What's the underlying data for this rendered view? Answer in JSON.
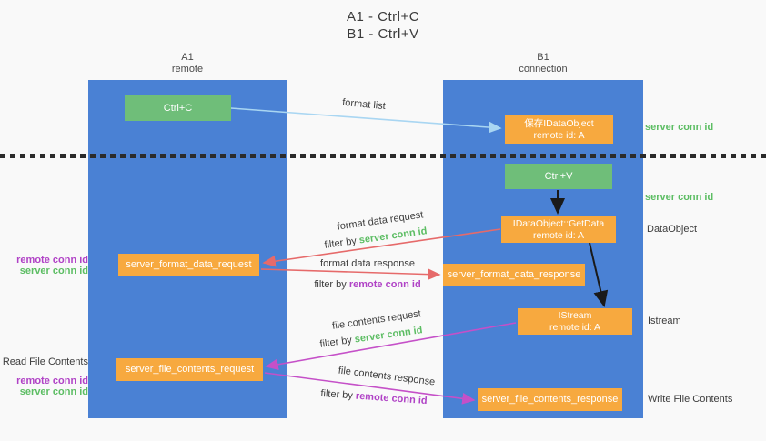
{
  "title": {
    "line1": "A1 - Ctrl+C",
    "line2": "B1 - Ctrl+V"
  },
  "columns": {
    "a1": {
      "name": "A1",
      "sub": "remote"
    },
    "b1": {
      "name": "B1",
      "sub": "connection"
    }
  },
  "nodes": {
    "ctrl_c": "Ctrl+C",
    "ctrl_v": "Ctrl+V",
    "save_dataobject": {
      "line1": "保存IDataObject",
      "line2": "remote id: A"
    },
    "getdata": {
      "line1": "IDataObject::GetData",
      "line2": "remote id: A"
    },
    "istream": {
      "line1": "IStream",
      "line2": "remote id: A"
    },
    "format_request": "server_format_data_request",
    "format_response": "server_format_data_response",
    "file_request": "server_file_contents_request",
    "file_response": "server_file_contents_response"
  },
  "arrow_labels": {
    "format_list": "format list",
    "format_data_request": "format data request",
    "format_data_response": "format data response",
    "file_contents_request": "file contents request",
    "file_contents_response": "file contents response",
    "filter_by": "filter by",
    "server_conn_id": "server conn id",
    "remote_conn_id": "remote conn id"
  },
  "side_labels": {
    "server_conn_id_top": "server conn id",
    "server_conn_id_mid": "server conn id",
    "dataobject": "DataObject",
    "istream": "Istream",
    "write_file_contents": "Write File Contents",
    "read_file_contents": "Read File Contents",
    "remote_conn_id": "remote conn id",
    "server_conn_id": "server conn id"
  },
  "colors": {
    "lifeline_blue": "#4a81d4",
    "action_green": "#6fbe79",
    "message_orange": "#f7a93f",
    "server_conn_green": "#5cbd63",
    "remote_conn_purple": "#b042c6",
    "format_arrow_red": "#e66a6a",
    "file_arrow_magenta": "#c550c8",
    "format_list_blue": "#a9d6f2",
    "black_arrow": "#1a1a1a",
    "background": "#f9f9f9"
  }
}
